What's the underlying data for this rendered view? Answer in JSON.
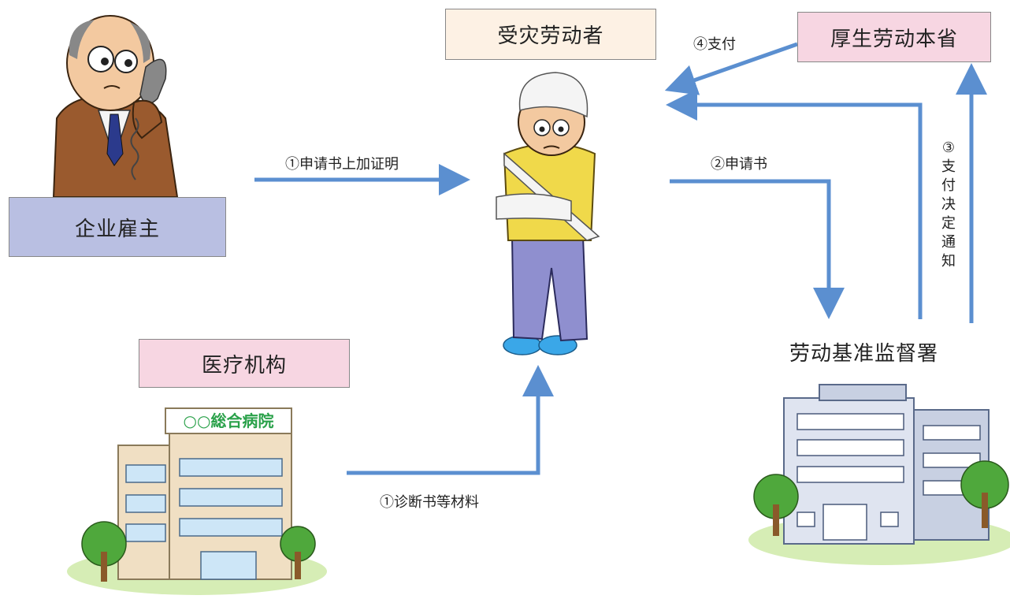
{
  "nodes": {
    "victim": "受灾劳动者",
    "ministry": "厚生劳动本省",
    "employer": "企业雇主",
    "medical": "医疗机构",
    "bureau": "劳动基准监督署",
    "hospital_sign": "○○総合病院"
  },
  "edges": {
    "employer_cert": "①申请书上加证明",
    "medical_docs": "①诊断书等材料",
    "application": "②申请书",
    "decision_notice_chars": [
      "③",
      "支",
      "付",
      "决",
      "定",
      "通",
      "知"
    ],
    "payment": "④支付"
  },
  "colors": {
    "arrow": "#5b8fd0",
    "victim_box": "#fdf1e4",
    "ministry_box": "#f7d6e2",
    "employer_box": "#b9bfe2",
    "medical_box": "#f7d6e2",
    "hospital_sign_text": "#2aa14a"
  },
  "illustrations": [
    "employer-on-phone-illustration",
    "injured-worker-illustration",
    "hospital-building-illustration",
    "labor-bureau-building-illustration"
  ]
}
